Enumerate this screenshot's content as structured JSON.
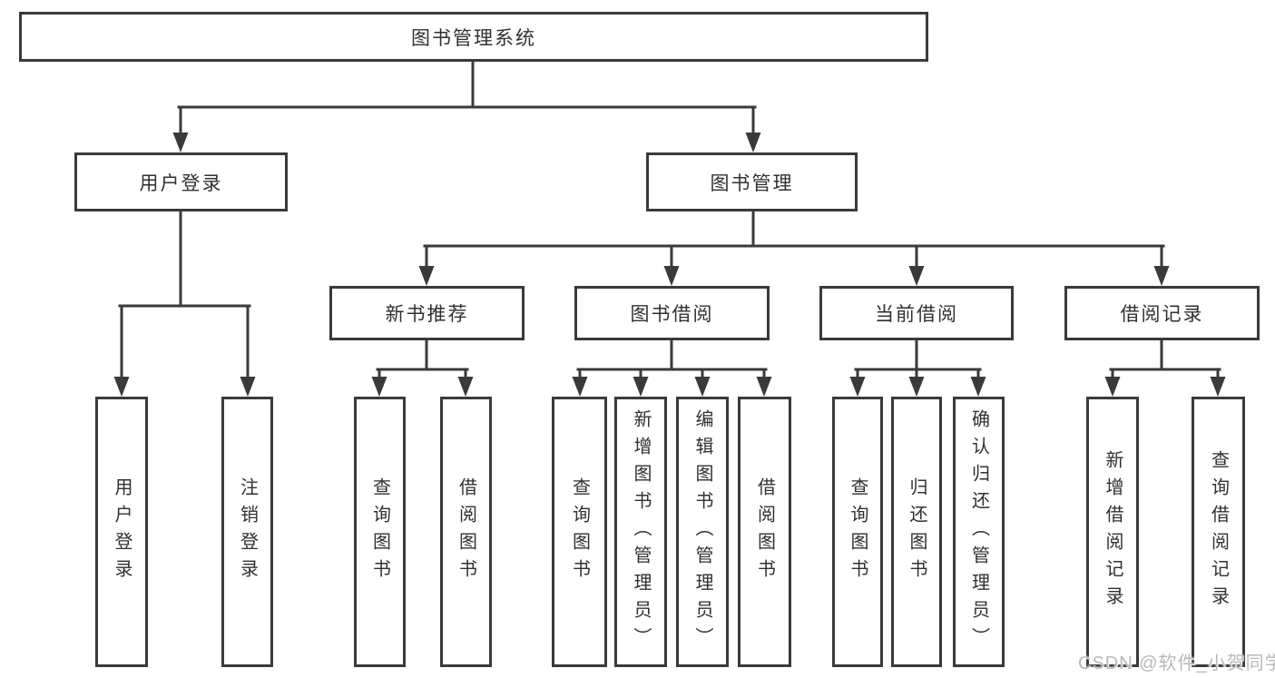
{
  "diagram": {
    "root": "图书管理系统",
    "user_login": {
      "label": "用户登录",
      "children": [
        "用户登录",
        "注销登录"
      ]
    },
    "book_management": {
      "label": "图书管理",
      "sections": [
        {
          "label": "新书推荐",
          "children": [
            "查询图书",
            "借阅图书"
          ]
        },
        {
          "label": "图书借阅",
          "children": [
            "查询图书",
            "新增图书（管理员）",
            "编辑图书（管理员）",
            "借阅图书"
          ]
        },
        {
          "label": "当前借阅",
          "children": [
            "查询图书",
            "归还图书",
            "确认归还（管理员）"
          ]
        },
        {
          "label": "借阅记录",
          "children": [
            "新增借阅记录",
            "查询借阅记录"
          ]
        }
      ]
    },
    "colors": {
      "line": "#3a3a3a",
      "text": "#303030",
      "background": "#ffffff",
      "watermark": "#b9b9b9"
    },
    "watermark": "CSDN @软件_小贺同学"
  }
}
